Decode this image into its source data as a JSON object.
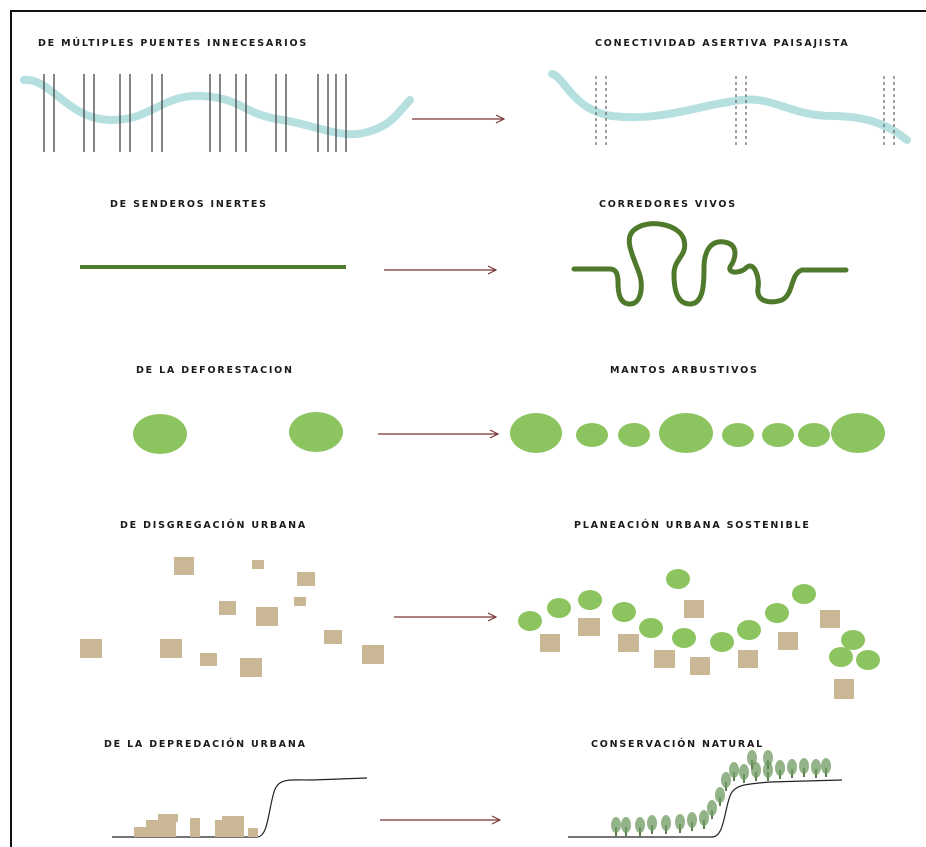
{
  "rows": [
    {
      "from": "DE MÚLTIPLES PUENTES INNECESARIOS",
      "to": "CONECTIVIDAD ASERTIVA PAISAJISTA"
    },
    {
      "from": "DE SENDEROS INERTES",
      "to": "CORREDORES VIVOS"
    },
    {
      "from": "DE LA DEFORESTACION",
      "to": "MANTOS ARBUSTIVOS"
    },
    {
      "from": "DE DISGREGACIÓN URBANA",
      "to": "PLANEACIÓN URBANA SOSTENIBLE"
    },
    {
      "from": "DE LA DEPREDACIÓN URBANA",
      "to": "CONSERVACIÓN NATURAL"
    }
  ],
  "colors": {
    "river": "#b6e0e0",
    "path": "#4f7a2c",
    "shrub": "#8cc45f",
    "building": "#c9b796",
    "arrow": "#7a3535",
    "tree": "#6f9a60"
  }
}
